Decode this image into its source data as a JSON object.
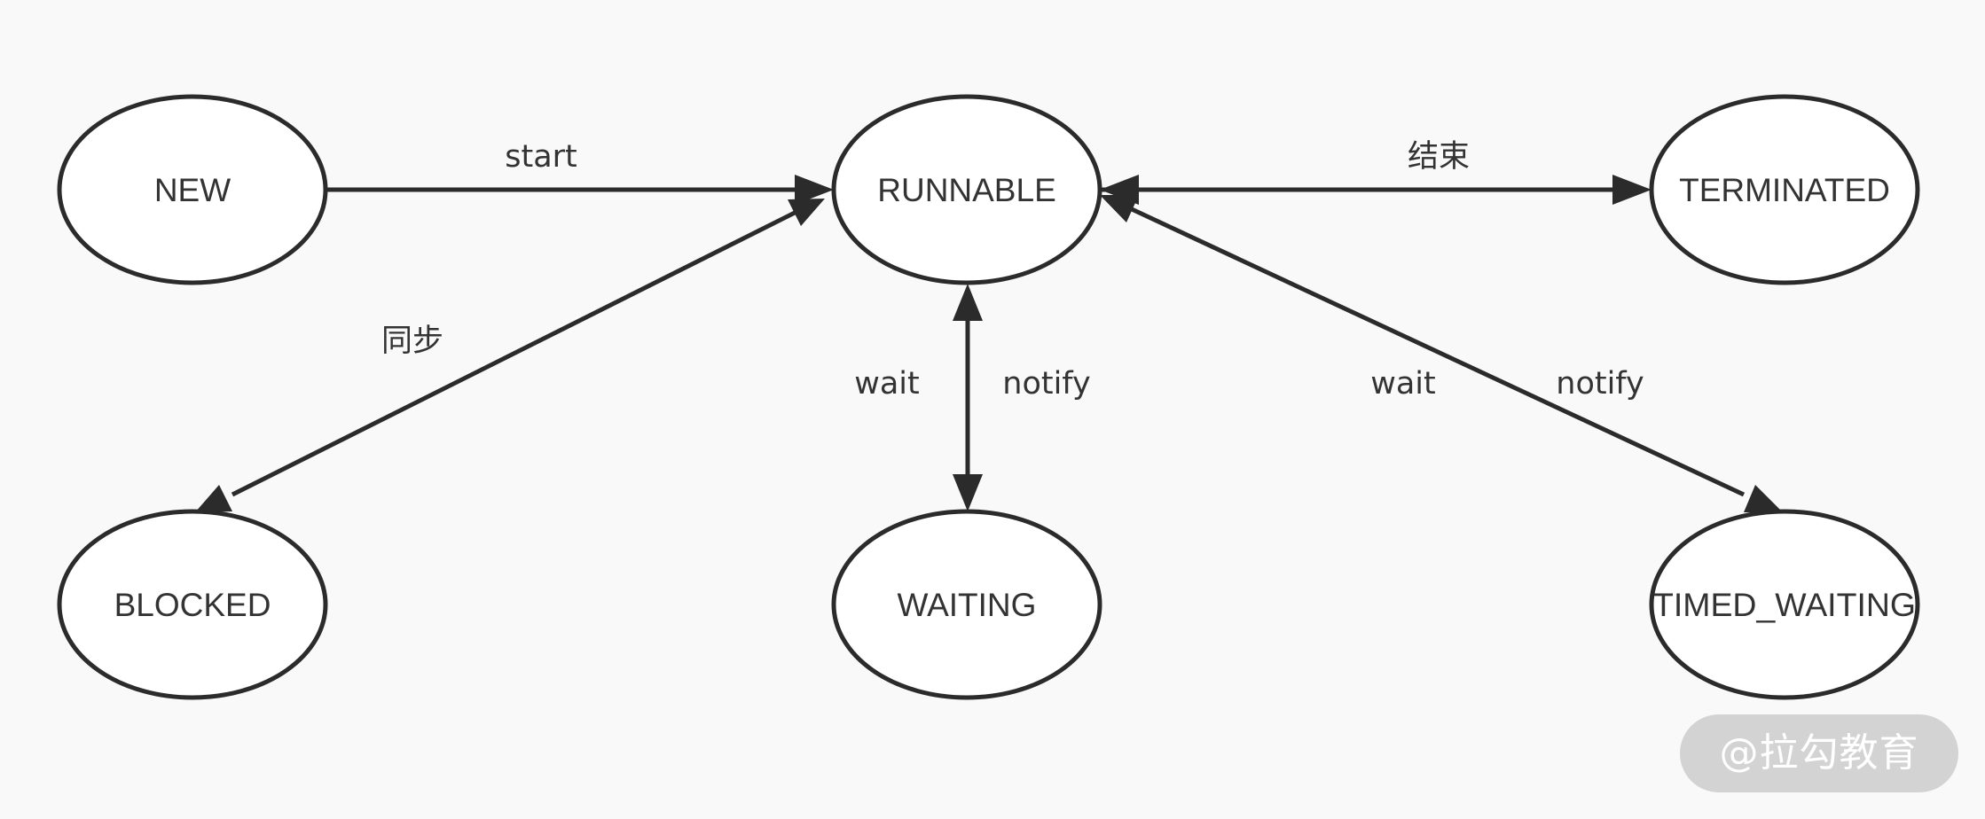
{
  "states": {
    "new": "NEW",
    "runnable": "RUNNABLE",
    "terminated": "TERMINATED",
    "blocked": "BLOCKED",
    "waiting": "WAITING",
    "timed_waiting": "TIMED_WAITING"
  },
  "transitions": {
    "start": "start",
    "end": "结束",
    "sync": "同步",
    "wait_waiting": "wait",
    "notify_waiting": "notify",
    "wait_timed": "wait",
    "notify_timed": "notify"
  },
  "watermark": "@拉勾教育",
  "colors": {
    "background": "#f9f9f9",
    "stroke": "#2b2b2b",
    "text": "#333333",
    "watermark_bg": "#d3d3d3",
    "watermark_text": "#ffffff"
  }
}
